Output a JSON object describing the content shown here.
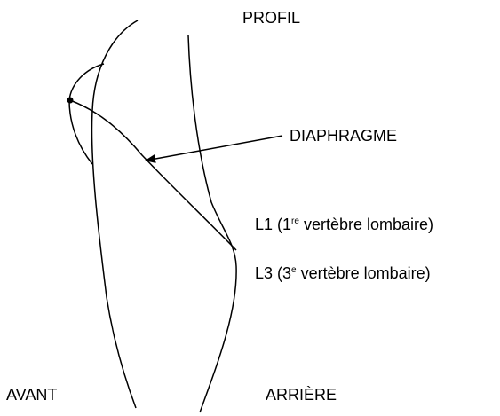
{
  "colors": {
    "ink": "#000000",
    "background": "#ffffff"
  },
  "labels": {
    "profile": "PROFIL",
    "diaphragm": "DIAPHRAGME",
    "front": "AVANT",
    "back": "ARRIÈRE",
    "l1": {
      "prefix": "L1 (1",
      "superscript": "re",
      "suffix": " vertèbre lombaire)"
    },
    "l3": {
      "prefix": "L3 (3",
      "superscript": "e",
      "suffix": " vertèbre lombaire)"
    }
  }
}
